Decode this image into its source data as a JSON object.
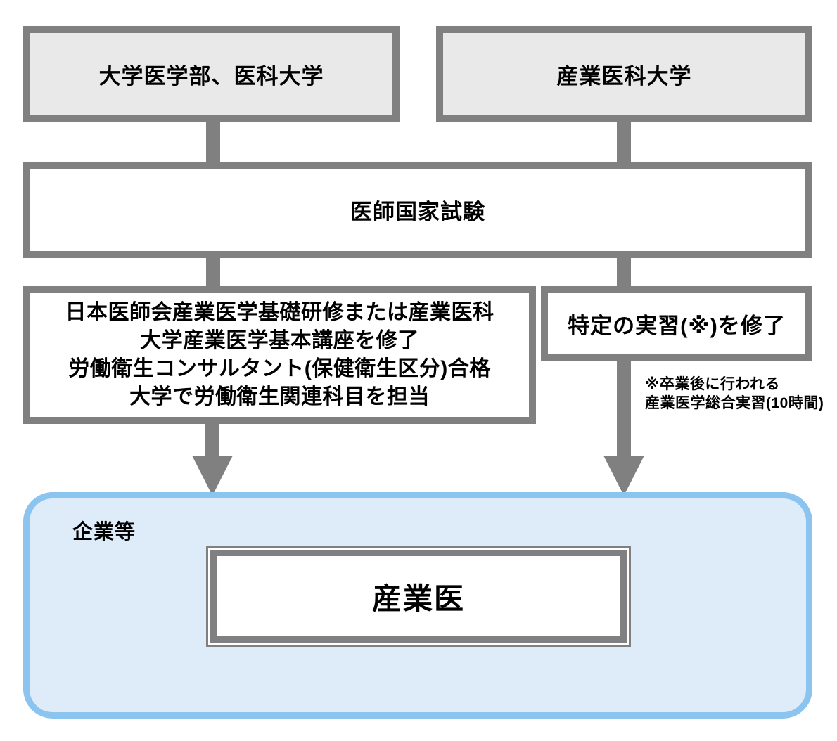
{
  "colors": {
    "gray": "#808080",
    "gray_fill": "#E9E9E9",
    "blue_border": "#8CC4F0",
    "blue_fill": "#DEEBF9"
  },
  "boxes": {
    "university_medical": {
      "label": "大学医学部、医科大学"
    },
    "occupational_university": {
      "label": "産業医科大学"
    },
    "national_exam": {
      "label": "医師国家試験"
    },
    "left_requirement": {
      "lines": [
        "日本医師会産業医学基礎研修または産業医科",
        "大学産業医学基本講座を修了",
        "労働衛生コンサルタント(保健衛生区分)合格",
        "大学で労働衛生関連科目を担当"
      ]
    },
    "right_requirement": {
      "label": "特定の実習(※)を修了"
    },
    "company": {
      "label": "企業等"
    },
    "physician": {
      "label": "産業医"
    }
  },
  "note": {
    "lines": [
      "※卒業後に行われる",
      "産業医学総合実習(10時間)"
    ]
  }
}
